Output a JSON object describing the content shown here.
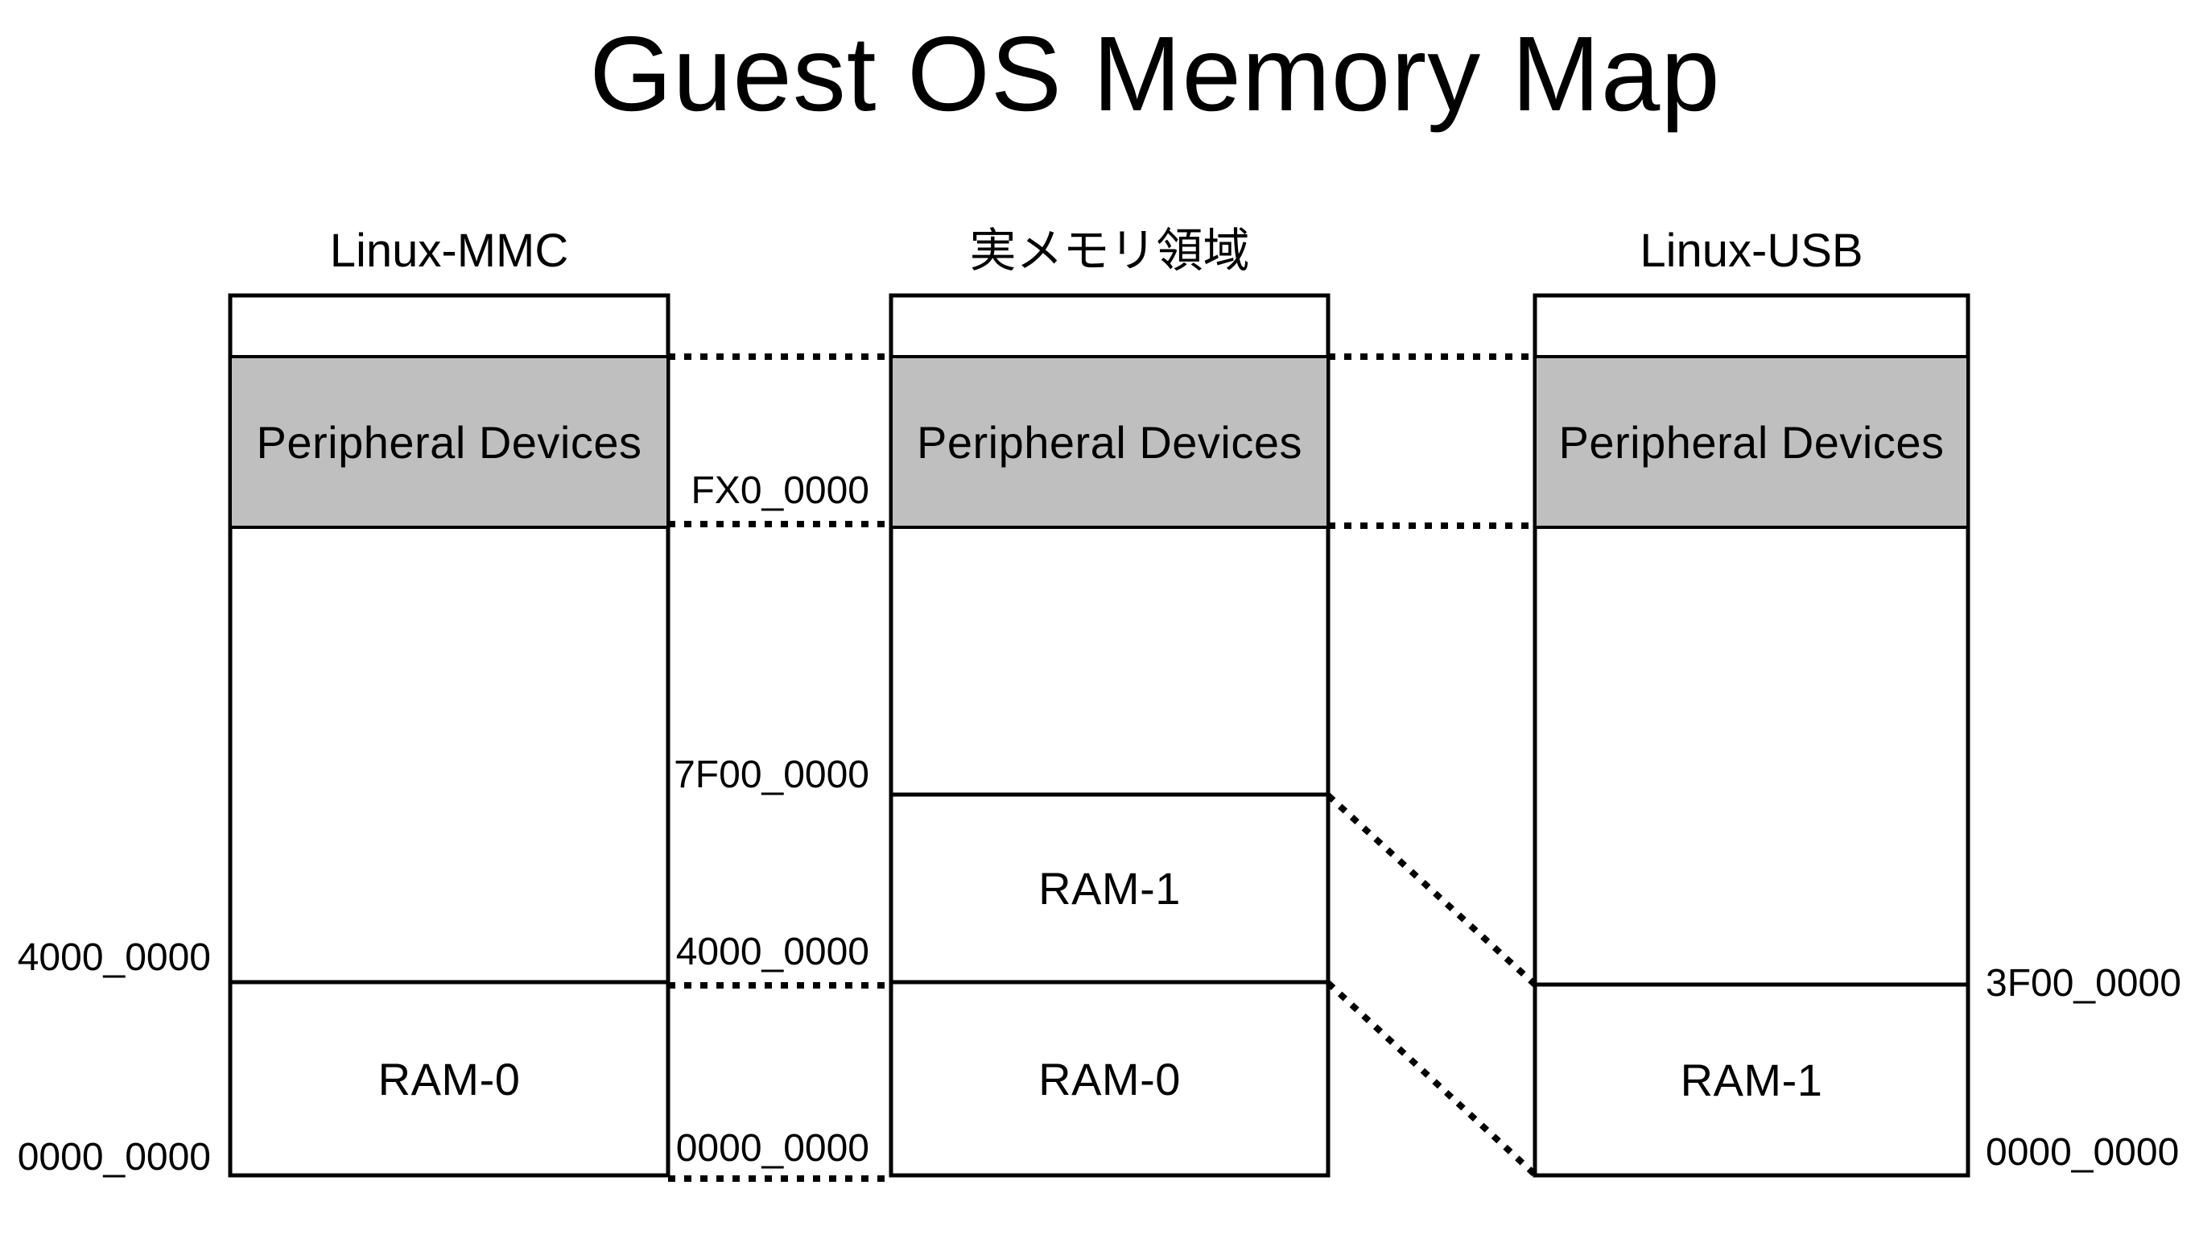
{
  "title": "Guest OS Memory Map",
  "colors": {
    "region_fill": "#BFBFBF",
    "line": "#000000",
    "background": "#FFFFFF"
  },
  "columns": [
    {
      "label": "Linux-MMC",
      "regions": {
        "peripheral": "Peripheral Devices",
        "ram0": "RAM-0"
      },
      "addresses": {
        "ram0_top": "4000_0000",
        "base": "0000_0000"
      }
    },
    {
      "label": "実メモリ領域",
      "regions": {
        "peripheral": "Peripheral Devices",
        "ram1": "RAM-1",
        "ram0": "RAM-0"
      },
      "addresses": {
        "peripheral_base": "FX0_0000",
        "ram1_top": "7F00_0000",
        "ram1_base": "4000_0000",
        "base": "0000_0000"
      }
    },
    {
      "label": "Linux-USB",
      "regions": {
        "peripheral": "Peripheral Devices",
        "ram1": "RAM-1"
      },
      "addresses": {
        "ram1_top": "3F00_0000",
        "base": "0000_0000"
      }
    }
  ]
}
